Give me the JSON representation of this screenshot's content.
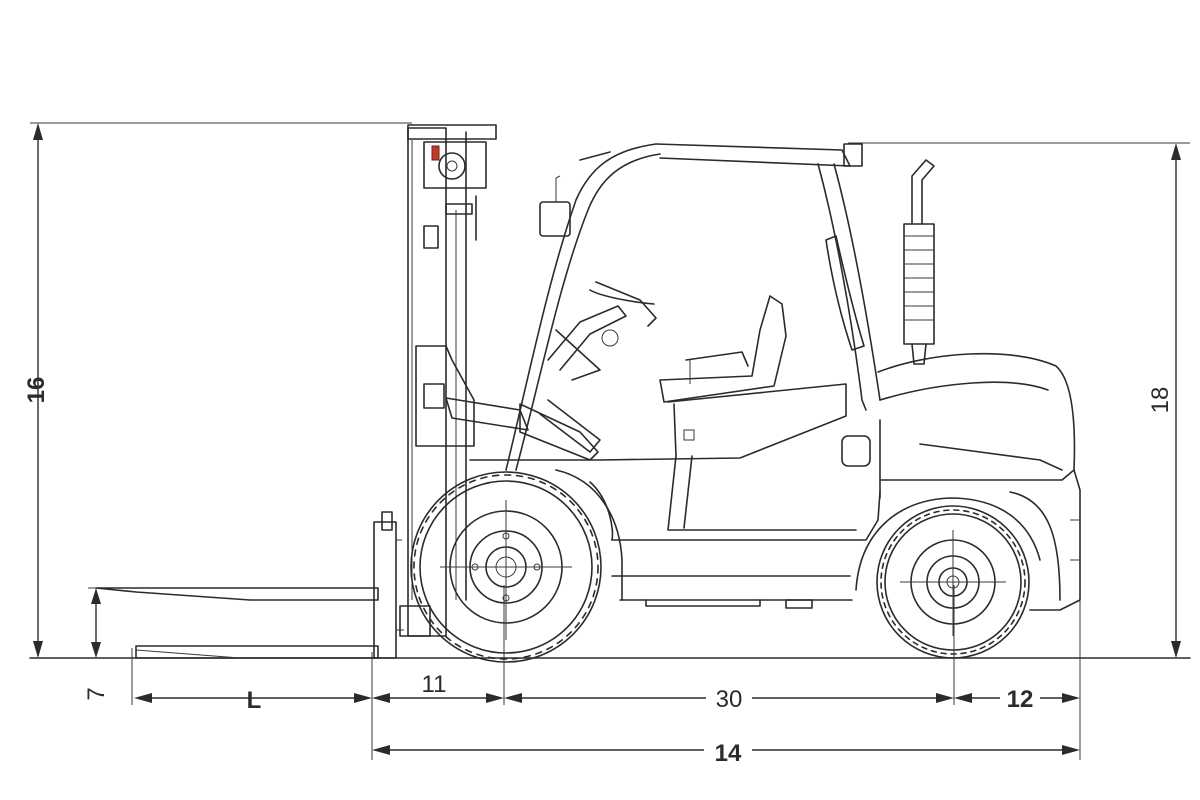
{
  "diagram": {
    "dimensions": {
      "overall_height_mast": "16",
      "overall_height_guard": "18",
      "fork_lift_height": "7",
      "fork_length": "L",
      "front_overhang": "11",
      "wheelbase": "30",
      "rear_overhang": "12",
      "overall_length": "14"
    }
  }
}
